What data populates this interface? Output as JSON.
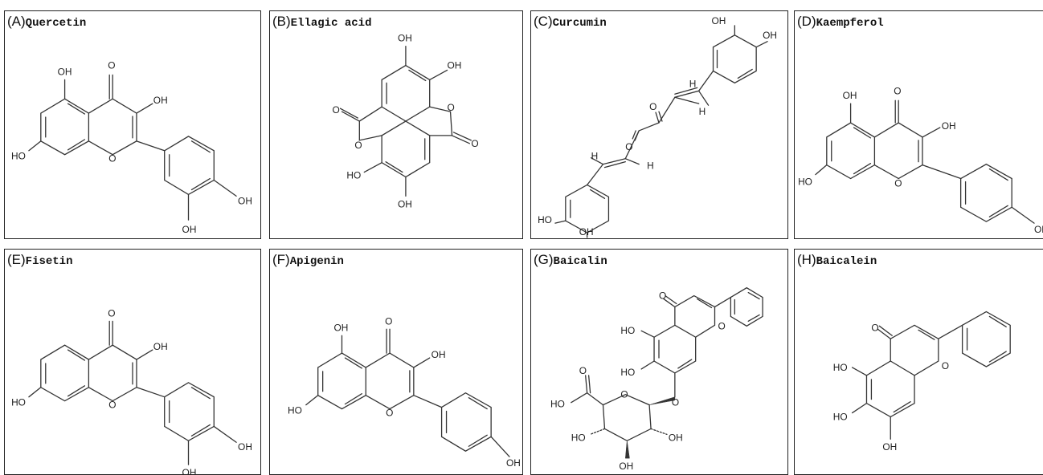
{
  "panels": [
    {
      "letter": "(A)",
      "name": "Quercetin"
    },
    {
      "letter": "(B)",
      "name": "Ellagic acid"
    },
    {
      "letter": "(C)",
      "name": "Curcumin"
    },
    {
      "letter": "(D)",
      "name": "Kaempferol"
    },
    {
      "letter": "(E)",
      "name": "Fisetin"
    },
    {
      "letter": "(F)",
      "name": "Apigenin"
    },
    {
      "letter": "(G)",
      "name": "Baicalin"
    },
    {
      "letter": "(H)",
      "name": "Baicalein"
    }
  ],
  "atoms": {
    "oh": "OH",
    "ho": "HO",
    "o": "O",
    "h": "H"
  },
  "colors": {
    "border": "#222222",
    "bond": "#333333",
    "text": "#222222"
  }
}
